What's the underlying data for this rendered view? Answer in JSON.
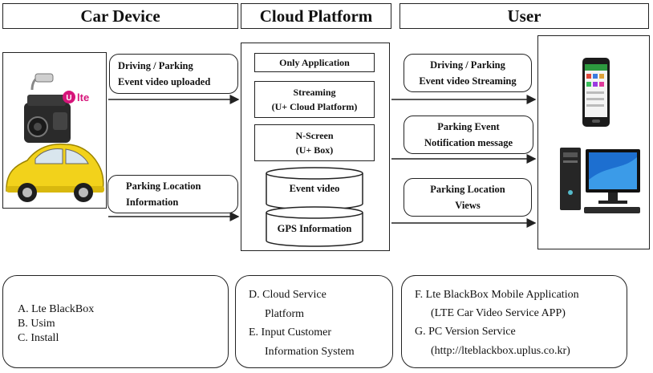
{
  "headers": {
    "car_device": "Car Device",
    "cloud_platform": "Cloud Platform",
    "user": "User"
  },
  "car_side": {
    "logo_text": "lte",
    "event_box": [
      "Driving / Parking",
      "Event video uploaded"
    ],
    "location_box": [
      "Parking Location",
      "Information"
    ]
  },
  "cloud": {
    "only_app": "Only Application",
    "streaming": [
      "Streaming",
      "(U+ Cloud Platform)"
    ],
    "nscreen": [
      "N-Screen",
      "(U+ Box)"
    ],
    "event_video": "Event video",
    "gps_info": "GPS Information"
  },
  "user_side": {
    "stream_box": [
      "Driving / Parking",
      "Event video Streaming"
    ],
    "notify_box": [
      "Parking  Event",
      "Notification message"
    ],
    "views_box": [
      "Parking Location",
      "Views"
    ]
  },
  "bottom": {
    "left": [
      "A.  Lte BlackBox",
      "B.  Usim",
      "C.  Install"
    ],
    "middle": [
      "D. Cloud Service",
      "Platform",
      "E. Input Customer",
      "Information System"
    ],
    "right": [
      "F. Lte BlackBox Mobile Application",
      "(LTE Car Video Service APP)",
      "G. PC Version Service",
      "(http://lteblackbox.uplus.co.kr)"
    ]
  },
  "colors": {
    "car": "#f2d21b",
    "lte_logo": "#d6157a",
    "screen": "#1d6fd0"
  }
}
